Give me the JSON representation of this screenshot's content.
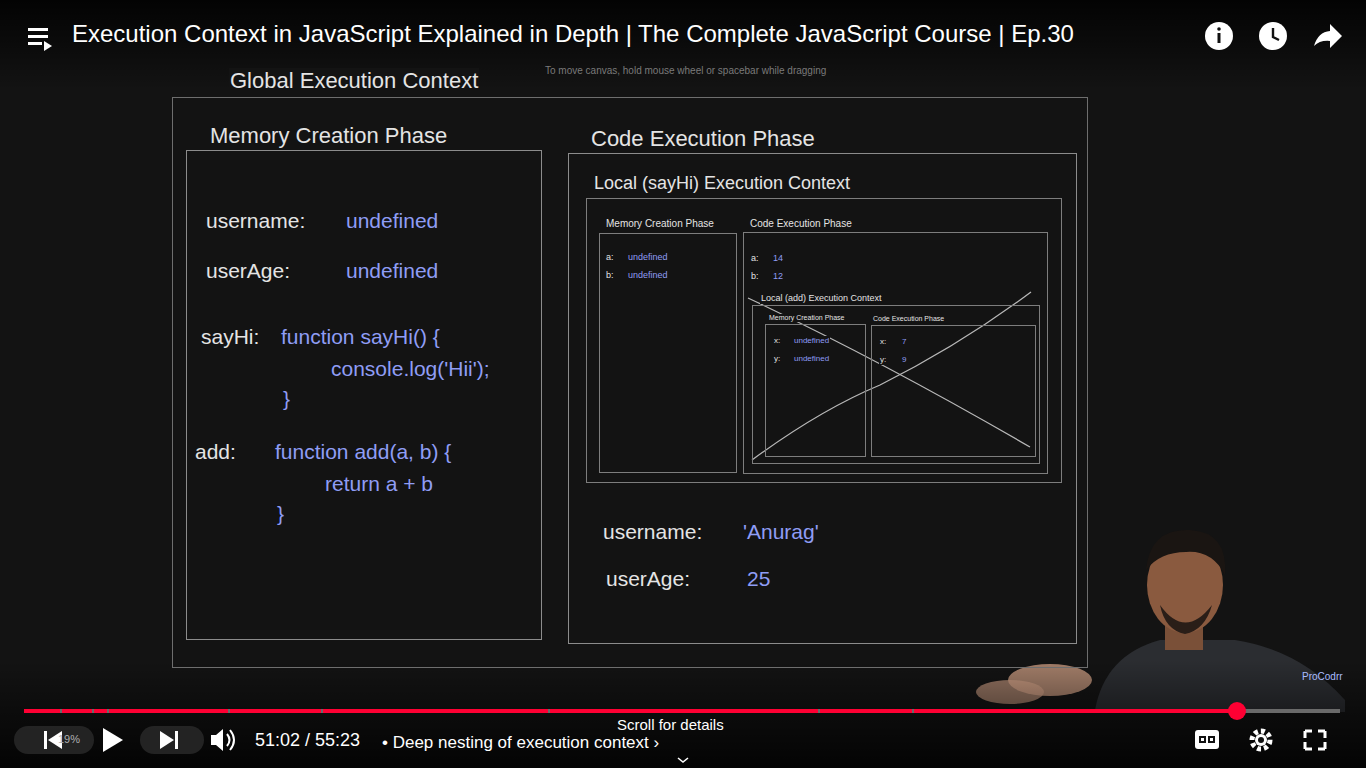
{
  "diagram": {
    "nodes": [
      {
        "text": [
          "Global Execution Context"
        ]
      },
      {
        "text": [
          "Memory Creation Phase",
          "username:",
          "undefined",
          "userAge:",
          "undefined",
          "sayHi:",
          "function sayHi() {",
          "console.log('Hii');",
          "}",
          "add:",
          "function add(a, b) {",
          "return a + b",
          "}"
        ],
        "in": 0
      },
      {
        "text": [
          "Code Execution Phase",
          "username:",
          "'Anurag'",
          "userAge:",
          "25"
        ],
        "in": 0
      },
      {
        "text": [
          "Local (sayHi) Execution Context"
        ],
        "in": 2
      },
      {
        "text": [
          "Memory Creation Phase",
          "a:",
          "undefined",
          "b:",
          "undefined"
        ],
        "in": 3
      },
      {
        "text": [
          "Code Execution Phase",
          "a:",
          "14",
          "b:",
          "12"
        ],
        "in": 3
      },
      {
        "text": [
          "Local (add) Execution Context"
        ],
        "in": 5
      },
      {
        "text": [
          "Memory Creation Phase",
          "x:",
          "undefined",
          "y:",
          "undefined"
        ],
        "in": 6
      },
      {
        "text": [
          "Code Execution Phase",
          "x:",
          "7",
          "y:",
          "9"
        ],
        "in": 6
      }
    ],
    "labels": [
      "Execution Context in JavaScript Explained in Depth | The Complete JavaScript Course | Ep.30",
      "To move canvas, hold mouse wheel or spacebar while dragging",
      "19%",
      "51:02 / 55:23",
      "• Deep nesting of execution context ›",
      "Scroll for details",
      "ProCodrr"
    ]
  }
}
